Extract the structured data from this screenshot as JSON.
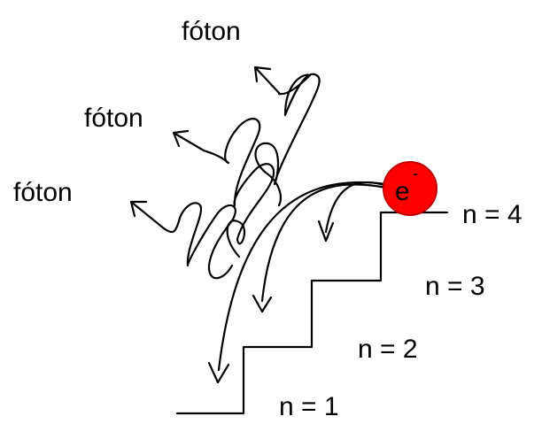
{
  "colors": {
    "line": "#000000",
    "electron": "#ff0000",
    "electron_outline": "#c00000",
    "background": "#ffffff"
  },
  "photons": [
    {
      "label": "fóton"
    },
    {
      "label": "fóton"
    },
    {
      "label": "fóton"
    }
  ],
  "levels": [
    {
      "label": "n = 4"
    },
    {
      "label": "n = 3"
    },
    {
      "label": "n = 2"
    },
    {
      "label": "n = 1"
    }
  ],
  "electron": {
    "symbol": "e",
    "charge": "-"
  }
}
